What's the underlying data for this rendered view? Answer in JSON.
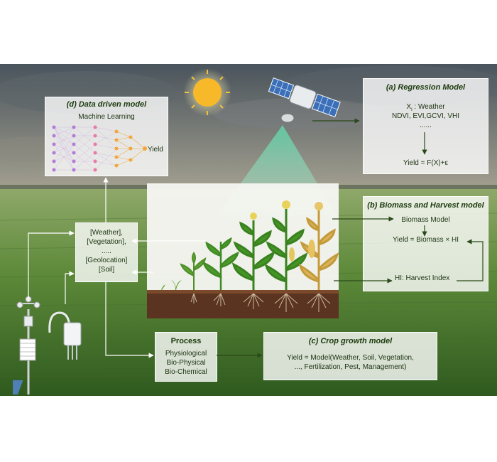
{
  "panel_d": {
    "title": "(d) Data driven model",
    "subtitle": "Machine Learning",
    "output": "Yield"
  },
  "panel_a": {
    "title": "(a) Regression Model",
    "xi_label": "X",
    "xi_sub": "i",
    "xi_rest": " : Weather",
    "indices": "NDVI, EVI,GCVI, VHI",
    "dots": "......",
    "formula": "Yield = F(X)+ε"
  },
  "panel_b": {
    "title": "(b) Biomass and Harvest model",
    "biomass": "Biomass Model",
    "formula": "Yield = Biomass × HI",
    "hi": "HI: Harvest Index"
  },
  "inputs": {
    "weather": "[Weather],",
    "vegetation": "[Vegetation],",
    "dots": ".....",
    "geolocation": "[Geolocation]",
    "soil": "[Soil]"
  },
  "process": {
    "title": "Process",
    "line1": "Physiological",
    "line2": "Bio-Physical",
    "line3": "Bio-Chemical"
  },
  "panel_c": {
    "title": "(c) Crop growth model",
    "line1": "Yield = Model(Weather, Soil, Vegetation,",
    "line2": "..., Fertilization, Pest, Management)"
  },
  "colors": {
    "sky_top": "#4f5a62",
    "sky_glow": "#f3d79a",
    "field": "#5f8a3a",
    "soil": "#5a3420",
    "beam": "#7fd6b0",
    "nn_purple": "#b07cd8",
    "nn_orange": "#f2a63b",
    "arrow": "#2b4a1a"
  }
}
